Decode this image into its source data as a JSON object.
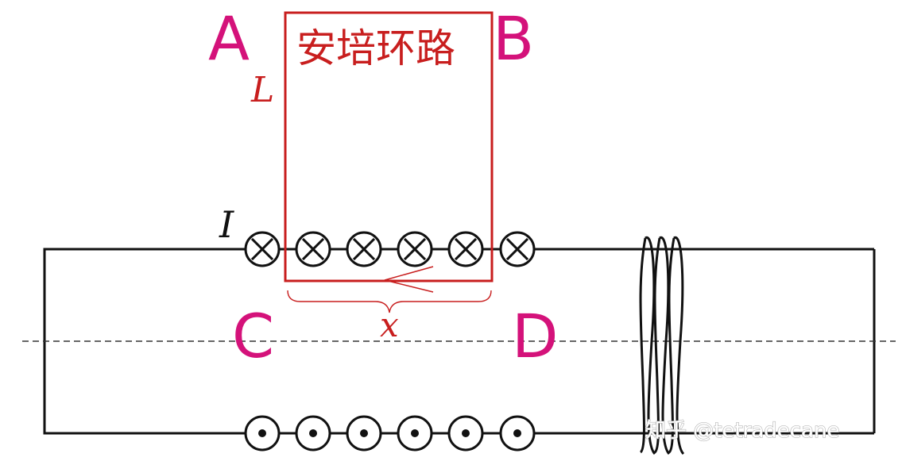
{
  "labels": {
    "a": "A",
    "b": "B",
    "c": "C",
    "d": "D",
    "loop_title": "安培环路",
    "loop_length": "L",
    "current": "I",
    "width": "x"
  },
  "watermark": "知乎 @tetradecane",
  "wire_symbols": {
    "top_row": "into-page (⊗)",
    "top_count": 6,
    "bottom_row": "out-of-page (⊙)",
    "bottom_count": 6
  },
  "colors": {
    "corner_labels": "#d4127a",
    "loop": "#c81e1e",
    "wire": "#111111",
    "axis": "#333333"
  }
}
